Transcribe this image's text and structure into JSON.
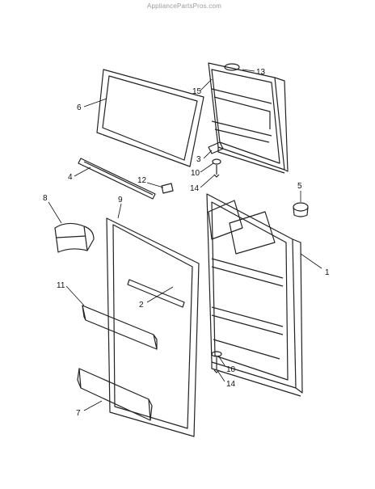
{
  "watermark": "AppliancePartsPros.com",
  "callouts": [
    "13",
    "15",
    "6",
    "3",
    "10",
    "14",
    "4",
    "12",
    "8",
    "9",
    "5",
    "1",
    "11",
    "2",
    "10",
    "14",
    "7"
  ]
}
